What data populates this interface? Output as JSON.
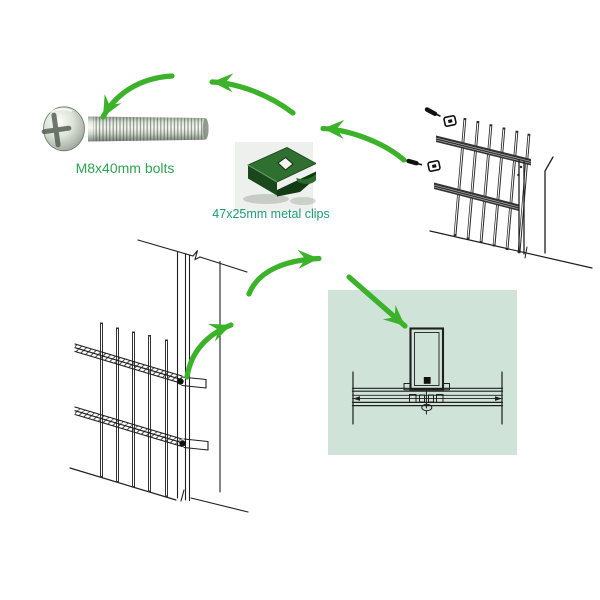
{
  "colors": {
    "background": "#ffffff",
    "arrow_green": "#3cb22a",
    "bolt_label": "#2fa351",
    "clip_label": "#1b9c74",
    "detail_box_bg": "#cfe3d9",
    "line": "#1f1f1f",
    "clip_green": "#2a652a",
    "clip_photo_bg": "#eef0ed"
  },
  "labels": {
    "bolts": "M8x40mm bolts",
    "clips": "47x25mm metal clips"
  },
  "figures": {
    "bolt_photo": "m8x40mm-bolt-photo",
    "clip_photo": "47x25mm-metal-clip-photo",
    "fence_panel_drawing": "fence-panel-with-hardware-positions",
    "fence_post_assembly_drawing": "fence-panel-clipped-to-post",
    "cross_section_drawing": "post-rail-clip-top-view"
  },
  "arrows": [
    "arrow-panel-to-clip",
    "arrow-clip-to-bolt",
    "arrow-into-bolt-thread",
    "arrow-post-to-detail-1",
    "arrow-post-to-detail-2",
    "arrow-into-cross-section"
  ]
}
